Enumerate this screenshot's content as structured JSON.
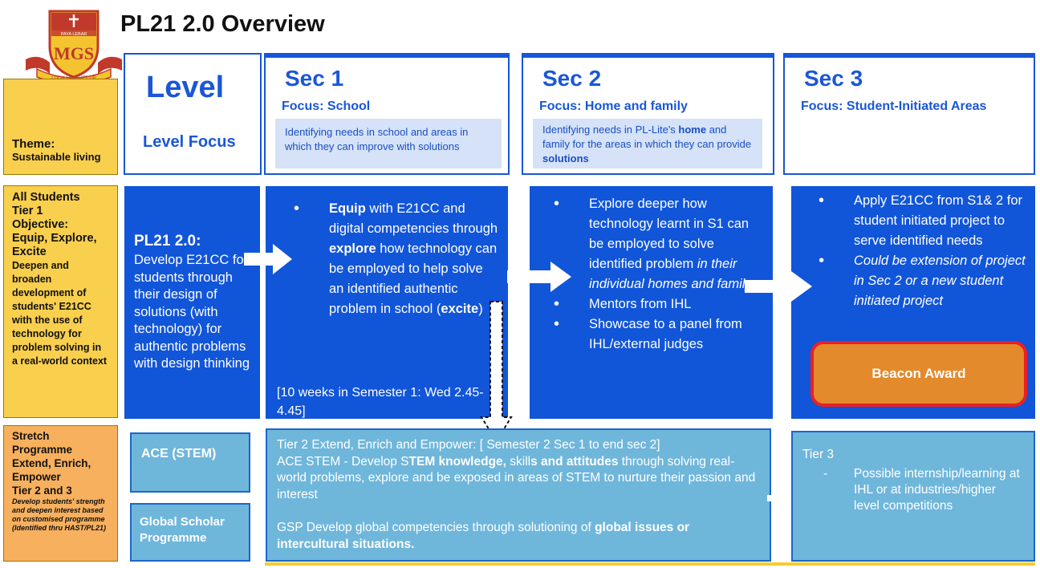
{
  "title": "PL21 2.0 Overview",
  "logo": {
    "name": "PAYA LEBAR",
    "letters": "MGS",
    "motto": "LOOK UP – LIFT UP"
  },
  "labels": {
    "theme": {
      "heading": "Theme:",
      "text": "Sustainable living"
    },
    "tier1": {
      "l1": "All Students",
      "l2": "Tier 1",
      "l3": "Objective:",
      "l4": "Equip, Explore,",
      "l5": "Excite",
      "desc": "Deepen and broaden development of students' E21CC with the use of technology for problem solving in a real-world context"
    },
    "stretch": {
      "l1": "Stretch",
      "l2": "Programme",
      "l3": "Extend, Enrich,",
      "l4": "Empower",
      "l5": "Tier 2 and 3",
      "desc": "Develop students' strength and deepen interest based on customised programme (Identified thru HAST/PL21)"
    }
  },
  "level": {
    "title": "Level",
    "focus": "Level Focus"
  },
  "sec1": {
    "title": "Sec 1",
    "focus": "Focus: School",
    "desc": "Identifying needs in school and areas in which they can improve with solutions",
    "b_equip": "Equip",
    "b_p1": " with E21CC and digital competencies through ",
    "b_explore": "explore",
    "b_p2": " how technology can be employed to help solve an identified authentic problem  in school (",
    "b_excite": "excite",
    "b_p3": ")",
    "note": "[10 weeks in Semester 1: Wed 2.45-4.45]"
  },
  "sec2": {
    "title": "Sec 2",
    "focus": "Focus: Home and family",
    "desc_a": "Identifying needs in PL-Lite's ",
    "desc_home": "home",
    "desc_b": " and family for the areas in which they can provide ",
    "desc_solutions": "solutions",
    "b1a": "Explore deeper how technology learnt in S1 can be employed to solve identified problem ",
    "b1b": "in their individual homes and family.",
    "b2": "Mentors from IHL",
    "b3": "Showcase to a panel from IHL/external judges"
  },
  "sec3": {
    "title": "Sec 3",
    "focus": "Focus: Student-Initiated Areas",
    "b1": "Apply E21CC from S1& 2 for student initiated project to serve identified needs",
    "b2": "Could be extension of project in Sec 2 or a new student initiated project",
    "award": "Beacon Award"
  },
  "pl21": {
    "title": "PL21 2.0:",
    "desc": "Develop E21CC for students through their design of solutions (with technology) for authentic problems with design thinking"
  },
  "stretch_row": {
    "ace": "ACE (STEM)",
    "gsp": "Global Scholar Programme",
    "tier2_line1": "Tier 2 Extend, Enrich  and Empower: [ Semester 2 Sec 1 to end sec 2]",
    "ace_a": "ACE STEM - Develop S",
    "ace_b": "TEM knowledge,",
    "ace_c": " skill",
    "ace_d": "s and attitudes",
    "ace_e": " through solving real-world problems, explore and be exposed in areas of STEM to nurture their passion and interest",
    "gsp_a": "GSP Develop global competencies through solutioning of ",
    "gsp_b": "global issues or intercultural situations.",
    "tier3_title": "Tier 3",
    "tier3_dash": "-",
    "tier3_text": "Possible internship/learning at IHL or at industries/higher level competitions"
  },
  "colors": {
    "blue": "#1155d9",
    "label_yellow": "#f9cf4e",
    "label_orange": "#f7b05e",
    "light_blue": "#6fb6db",
    "award_orange": "#e38a2d",
    "award_border": "#ea2024"
  }
}
